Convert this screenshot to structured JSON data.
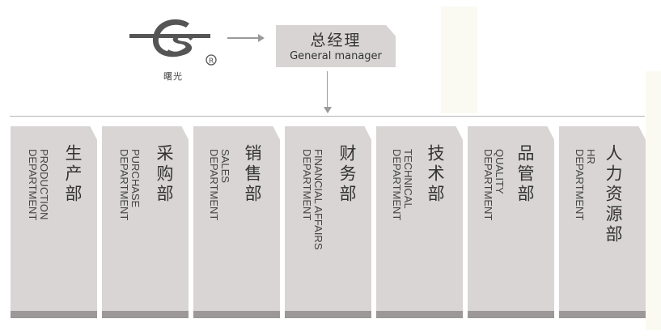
{
  "logo": {
    "brand_text": "曙光",
    "registered_mark": "®"
  },
  "general_manager": {
    "title_zh": "总经理",
    "title_en": "General manager"
  },
  "departments": [
    {
      "zh": "生产部",
      "en_line1": "PRODUCTION",
      "en_line2": "DEPARTMENT"
    },
    {
      "zh": "采购部",
      "en_line1": "PURCHASE",
      "en_line2": "DEPARTMENT"
    },
    {
      "zh": "销售部",
      "en_line1": "SALES",
      "en_line2": "DEPARTMENT"
    },
    {
      "zh": "财务部",
      "en_line1": "FINANCIAL AFFAIRS",
      "en_line2": "DEPARTMENT"
    },
    {
      "zh": "技术部",
      "en_line1": "TECHNICAL",
      "en_line2": "DEPARTMENT"
    },
    {
      "zh": "品管部",
      "en_line1": "QUALITY",
      "en_line2": "DEPARTMENT"
    },
    {
      "zh": "人力资源部",
      "en_line1": "HR",
      "en_line2": "DEPARTMENT"
    }
  ],
  "colors": {
    "box": "#d8d5d4",
    "box_bar": "#9b9897",
    "connector": "#9a9a9a",
    "logo": "#555555"
  }
}
